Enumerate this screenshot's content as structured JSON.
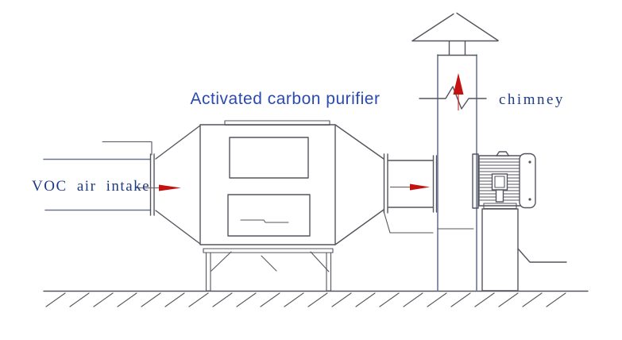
{
  "diagram": {
    "title": "Activated carbon purifier",
    "labels": {
      "voc_intake": "VOC air intake",
      "chimney": "chimney"
    },
    "colors": {
      "background": "#ffffff",
      "line": "#54555e",
      "duct_line": "#6b7496",
      "arrow_red": "#c41212",
      "label_blue": "#1e3c82",
      "title_blue": "#2b49b3"
    },
    "components": [
      "voc-air-intake-duct",
      "intake-flange",
      "intake-reducer",
      "activated-carbon-purifier-box",
      "inspection-panel-top",
      "inspection-panel-bottom",
      "support-stand",
      "outlet-reducer",
      "outlet-duct",
      "fan-motor",
      "motor-pedestal",
      "chimney-column",
      "chimney-rain-cap",
      "pipe-break-symbol",
      "airflow-arrows",
      "ground"
    ]
  }
}
